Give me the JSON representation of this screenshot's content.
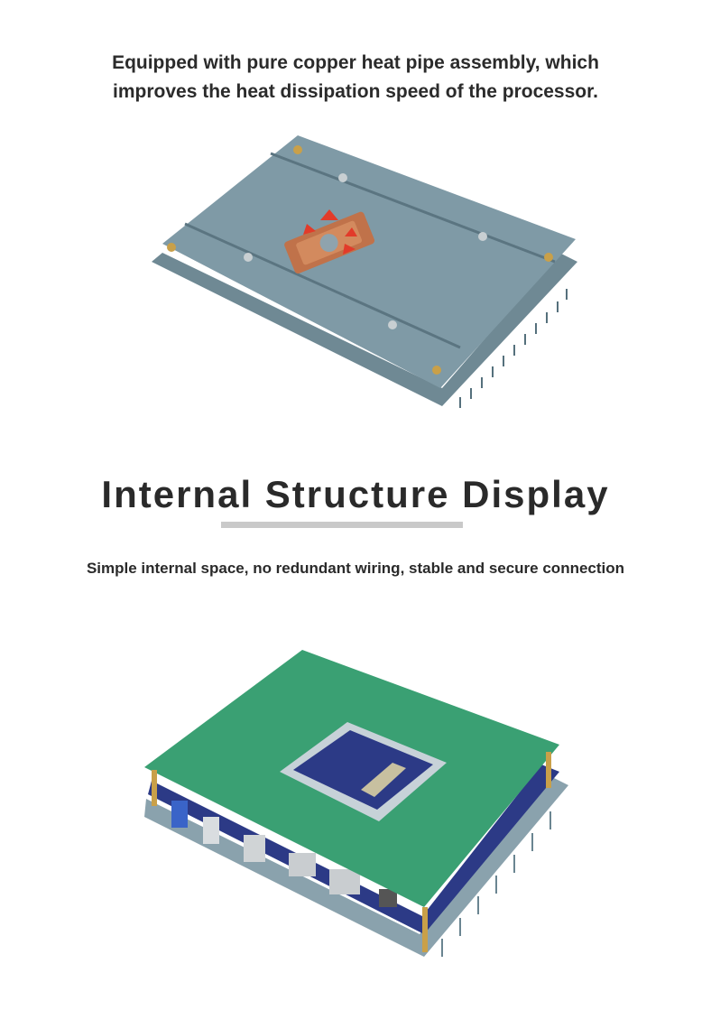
{
  "heat_caption": {
    "line1": "Equipped with pure copper heat pipe assembly, which",
    "line2": "improves the heat dissipation speed of the processor."
  },
  "section": {
    "title": "Internal Structure Display",
    "subtitle": "Simple internal space, no redundant wiring, stable and secure connection"
  },
  "colors": {
    "heatsink": "#7f9aa6",
    "copper": "#c0724a",
    "pcb_green": "#3aa073",
    "motherboard_blue": "#2c3a86",
    "underline": "#c9c9c9"
  }
}
